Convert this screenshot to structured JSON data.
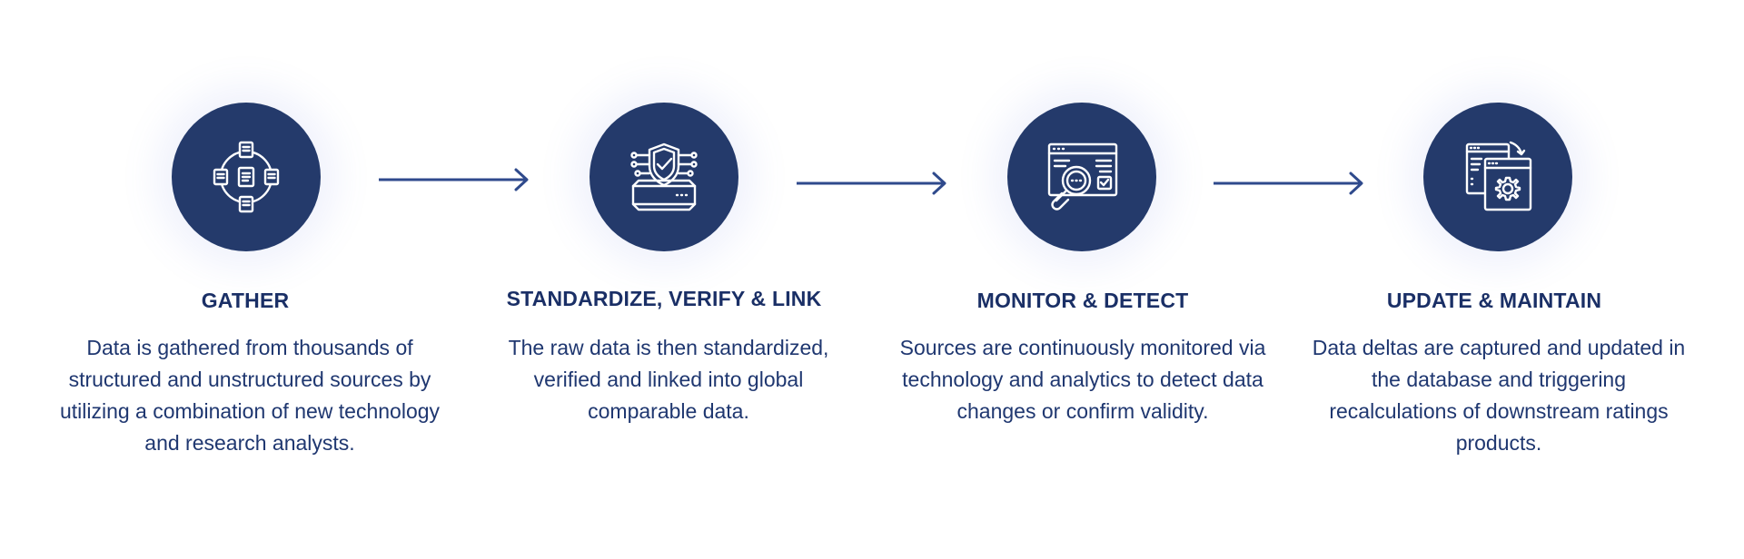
{
  "colors": {
    "circle": "#243a6b",
    "title": "#1a2f66",
    "text": "#1f3770",
    "arrow": "#2f4a8c"
  },
  "steps": [
    {
      "icon": "document-network-icon",
      "title": "GATHER",
      "description": "Data is gathered from thousands of structured and unstructured sources by utilizing a combination of new technology and research analysts."
    },
    {
      "icon": "shield-verify-icon",
      "title": "STANDARDIZE, VERIFY & LINK",
      "description": "The raw data is then standardized, verified and linked into global comparable data."
    },
    {
      "icon": "monitor-magnifier-icon",
      "title": "MONITOR & DETECT",
      "description": "Sources are continuously monitored via technology and analytics to detect data changes or confirm validity."
    },
    {
      "icon": "window-gear-icon",
      "title": "UPDATE & MAINTAIN",
      "description": "Data deltas are captured and updated in the database and triggering recalculations of downstream ratings products."
    }
  ]
}
